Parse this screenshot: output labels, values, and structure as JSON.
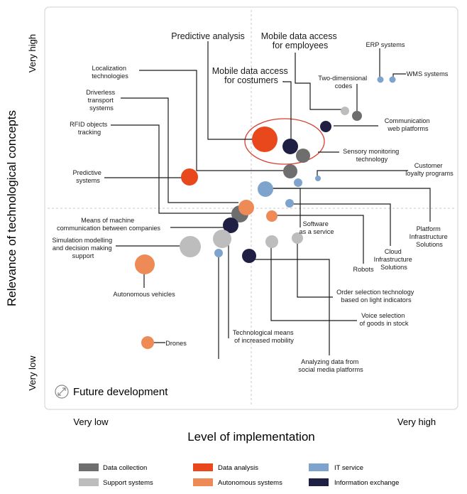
{
  "chart_data": {
    "type": "bubble-scatter",
    "xlabel": "Level of implementation",
    "ylabel": "Relevance of technological concepts",
    "x_ticks": [
      "Very low",
      "Very high"
    ],
    "y_ticks": [
      "Very low",
      "Very high"
    ],
    "xlim": [
      0,
      10
    ],
    "ylim": [
      0,
      10
    ],
    "grid": "dashed midlines",
    "corner_label": "Future development",
    "legend_position": "bottom",
    "categories": [
      {
        "key": "dc",
        "label": "Data collection",
        "color": "#6e6e6e"
      },
      {
        "key": "da",
        "label": "Data analysis",
        "color": "#e8481c"
      },
      {
        "key": "it",
        "label": "IT service",
        "color": "#7ea3cd"
      },
      {
        "key": "ss",
        "label": "Support systems",
        "color": "#bdbdbd"
      },
      {
        "key": "as",
        "label": "Autonomous systems",
        "color": "#ee8a55"
      },
      {
        "key": "ie",
        "label": "Information exchange",
        "color": "#1f1f44"
      }
    ],
    "points": [
      {
        "label": "Predictive analysis",
        "cat": "da",
        "x": 5.2,
        "y": 7.1,
        "size": 3
      },
      {
        "label": "Mobile data access for costumers",
        "cat": "ie",
        "x": 5.8,
        "y": 6.8,
        "size": 2
      },
      {
        "label": "Sensory monitoring technology",
        "cat": "dc",
        "x": 6.1,
        "y": 6.5,
        "size": 2
      },
      {
        "label": "Mobile data access for employees",
        "cat": "ss",
        "x": 6.9,
        "y": 7.8,
        "size": 1
      },
      {
        "label": "Two-dimensional codes",
        "cat": "dc",
        "x": 7.2,
        "y": 7.6,
        "size": 1.5
      },
      {
        "label": "Communication web platforms",
        "cat": "ie",
        "x": 6.6,
        "y": 7.3,
        "size": 1.5
      },
      {
        "label": "ERP systems",
        "cat": "it",
        "x": 7.7,
        "y": 8.6,
        "size": 0.8
      },
      {
        "label": "WMS systems",
        "cat": "it",
        "x": 7.9,
        "y": 8.6,
        "size": 0.8
      },
      {
        "label": "Localization technologies",
        "cat": "dc",
        "x": 5.8,
        "y": 6.1,
        "size": 2
      },
      {
        "label": "Predictive systems",
        "cat": "da",
        "x": 3.5,
        "y": 6.0,
        "size": 2.5
      },
      {
        "label": "Customer loyalty programs",
        "cat": "it",
        "x": 6.4,
        "y": 5.9,
        "size": 0.8
      },
      {
        "label": "Driverless transport systems",
        "cat": "it",
        "x": 6.0,
        "y": 5.8,
        "size": 1.2
      },
      {
        "label": "RFID objects tracking",
        "cat": "it",
        "x": 5.2,
        "y": 5.6,
        "size": 2
      },
      {
        "label": "Platform Infrastructure Solutions",
        "cat": "it",
        "x": 5.8,
        "y": 5.3,
        "size": 1.2
      },
      {
        "label": "Software as a service",
        "cat": "as",
        "x": 5.4,
        "y": 4.9,
        "size": 1.5
      },
      {
        "label": "Means of machine communication between companies",
        "cat": "ie",
        "x": 4.5,
        "y": 4.6,
        "size": 2
      },
      {
        "label": "Robots",
        "cat": "as",
        "x": 4.8,
        "y": 5.1,
        "size": 2
      },
      {
        "label": "Cloud Infrastructure Solutions",
        "cat": "dc",
        "x": 4.7,
        "y": 4.9,
        "size": 2.5
      },
      {
        "label": "Simulation modelling and decision making support",
        "cat": "ss",
        "x": 3.3,
        "y": 4.3,
        "size": 3
      },
      {
        "label": "Order selection technology based on light indicators",
        "cat": "ss",
        "x": 6.0,
        "y": 4.4,
        "size": 1.5
      },
      {
        "label": "Voice selection of goods in stock",
        "cat": "ss",
        "x": 5.5,
        "y": 4.3,
        "size": 1.5
      },
      {
        "label": "Analyzing data from social media platforms",
        "cat": "ie",
        "x": 4.9,
        "y": 3.9,
        "size": 2
      },
      {
        "label": "Technological means of increased mobility",
        "cat": "it",
        "x": 4.1,
        "y": 4.0,
        "size": 1.2
      },
      {
        "label": "Autonomous vehicles",
        "cat": "as",
        "x": 2.3,
        "y": 3.7,
        "size": 3
      },
      {
        "label": "Drones",
        "cat": "as",
        "x": 2.4,
        "y": 1.4,
        "size": 1.5
      },
      {
        "label": "",
        "cat": "ss",
        "x": 4.2,
        "y": 4.4,
        "size": 2.5
      }
    ],
    "highlight_ellipse_around": [
      "Predictive analysis",
      "Mobile data access for costumers",
      "Sensory monitoring technology"
    ]
  }
}
